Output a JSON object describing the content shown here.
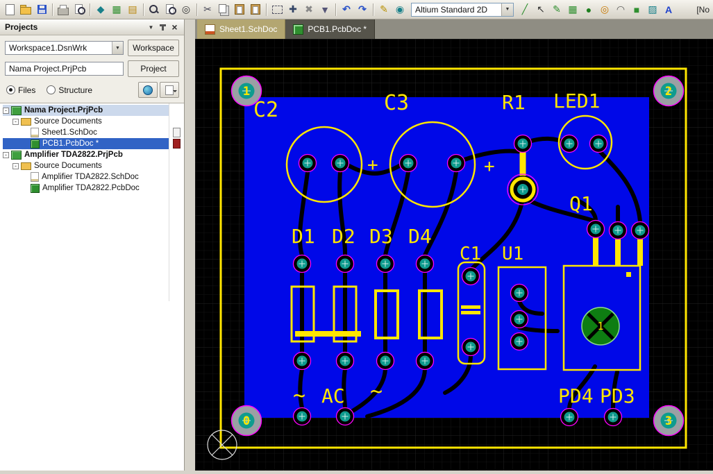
{
  "toolbar": {
    "view_mode": "Altium Standard 2D",
    "right_truncated": "[No",
    "glyphs": {
      "cross_probe": "◆",
      "component": "▦",
      "library": "▤",
      "zoom_selected": "◎",
      "cut": "✂",
      "move": "✚",
      "deselect": "✖",
      "filter": "▼",
      "undo": "↶",
      "redo": "↷",
      "wire": "✎",
      "cross_select": "◉",
      "line": "╱",
      "select_tool": "↖",
      "route": "✎",
      "place_component": "▦",
      "pad": "●",
      "via": "◎",
      "arc": "◠",
      "fill": "■",
      "polygon": "▨",
      "string": "A",
      "room": "▦",
      "combo_arrow": "▼"
    }
  },
  "tabs": {
    "sheet": "Sheet1.SchDoc",
    "pcb": "PCB1.PcbDoc *"
  },
  "projects_panel": {
    "title": "Projects",
    "menu_glyph": "▼",
    "close_glyph": "×",
    "workspace_value": "Workspace1.DsnWrk",
    "workspace_button": "Workspace",
    "project_value": "Nama Project.PrjPcb",
    "project_button": "Project",
    "radio_files": "Files",
    "radio_structure": "Structure",
    "expand_glyph": "-",
    "arrow_glyph": "▼",
    "tree": [
      {
        "label": "Nama Project.PrjPcb"
      },
      {
        "label": "Source Documents"
      },
      {
        "label": "Sheet1.SchDoc"
      },
      {
        "label": "PCB1.PcbDoc *"
      },
      {
        "label": "Amplifier TDA2822.PrjPcb"
      },
      {
        "label": "Source Documents"
      },
      {
        "label": "Amplifier TDA2822.SchDoc"
      },
      {
        "label": "Amplifier TDA2822.PcbDoc"
      }
    ]
  },
  "pcb": {
    "labels": {
      "c2": "C2",
      "c3": "C3",
      "r1": "R1",
      "led1": "LED1",
      "q1": "Q1",
      "d1": "D1",
      "d2": "D2",
      "d3": "D3",
      "d4": "D4",
      "c1": "C1",
      "u1": "U1",
      "pd4": "PD4",
      "pd3": "PD3",
      "ac": "AC",
      "tilde1": "~",
      "tilde2": "~",
      "plus1": "+",
      "plus2": "+",
      "trimmer": "1"
    },
    "hole_numbers": {
      "top_left": "1",
      "top_right": "2",
      "bottom_left": "0",
      "bottom_right": "3"
    },
    "colors": {
      "board_blue": "#0008e8",
      "silkscreen_yellow": "#ffe600",
      "pad_teal": "#0f9b8e",
      "overlay_magenta": "#ff00ff"
    }
  }
}
